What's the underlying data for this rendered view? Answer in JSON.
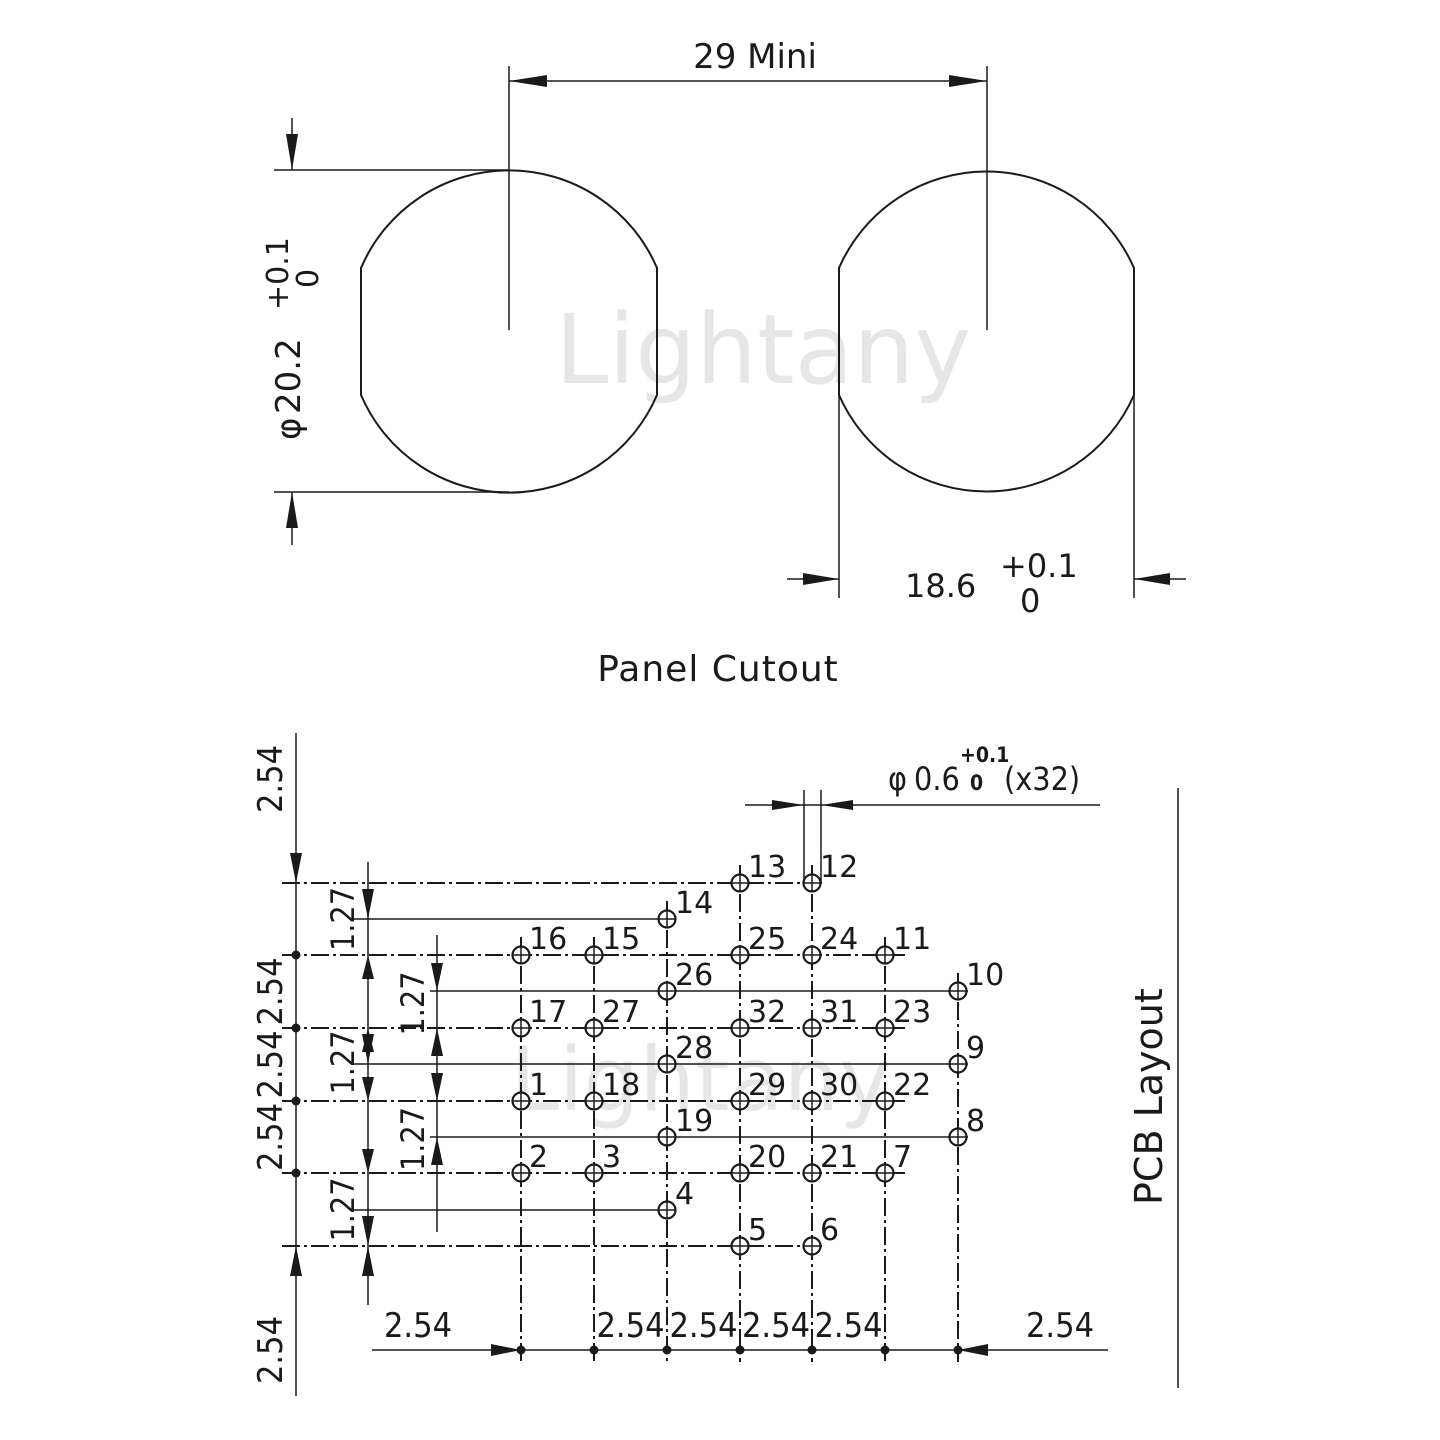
{
  "watermark": "Lightany",
  "panel_cutout": {
    "title": "Panel Cutout",
    "center_distance": "29 Mini",
    "diameter_symbol": "φ",
    "diameter": "20.2",
    "diameter_tol_upper": "+0.1",
    "diameter_tol_lower": "0",
    "flat_width": "18.6",
    "flat_tol_upper": "+0.1",
    "flat_tol_lower": "0"
  },
  "pcb_layout": {
    "title": "PCB Layout",
    "hole_symbol": "φ",
    "hole_diameter": "0.6",
    "hole_tol_upper": "+0.1",
    "hole_tol_lower": "0",
    "hole_count": "(x32)",
    "pitch": "2.54",
    "half_pitch": "1.27",
    "pins": [
      {
        "label": "1"
      },
      {
        "label": "2"
      },
      {
        "label": "3"
      },
      {
        "label": "4"
      },
      {
        "label": "5"
      },
      {
        "label": "6"
      },
      {
        "label": "7"
      },
      {
        "label": "8"
      },
      {
        "label": "9"
      },
      {
        "label": "10"
      },
      {
        "label": "11"
      },
      {
        "label": "12"
      },
      {
        "label": "13"
      },
      {
        "label": "14"
      },
      {
        "label": "15"
      },
      {
        "label": "16"
      },
      {
        "label": "17"
      },
      {
        "label": "18"
      },
      {
        "label": "19"
      },
      {
        "label": "20"
      },
      {
        "label": "21"
      },
      {
        "label": "22"
      },
      {
        "label": "23"
      },
      {
        "label": "24"
      },
      {
        "label": "25"
      },
      {
        "label": "26"
      },
      {
        "label": "27"
      },
      {
        "label": "28"
      },
      {
        "label": "29"
      },
      {
        "label": "30"
      },
      {
        "label": "31"
      },
      {
        "label": "32"
      }
    ]
  }
}
